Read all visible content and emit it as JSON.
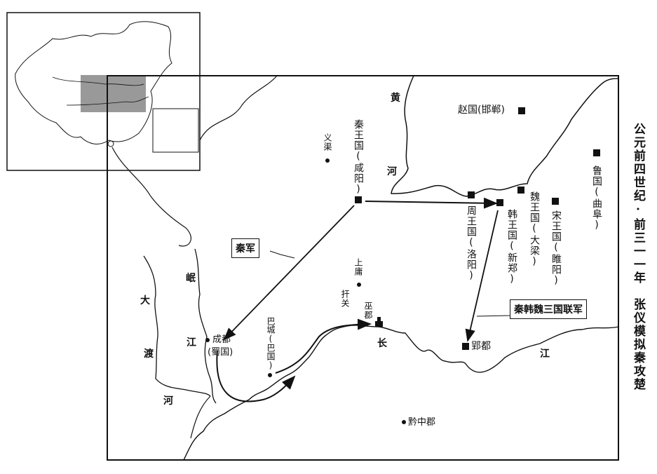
{
  "title": "公元前四世纪·前三一一年　张仪模拟秦攻楚",
  "rivers": {
    "huang_1": "黄",
    "huang_2": "河",
    "min": "岷",
    "jiang_west": "江",
    "dadu_1": "大",
    "dadu_2": "渡",
    "dadu_3": "河",
    "chang": "长",
    "jiang_east": "江"
  },
  "places": {
    "zhao": "赵国(邯郸)",
    "qin": "秦王国(咸阳)",
    "yiqu": "义渠",
    "zhou": "周王国(洛阳)",
    "han": "韩王国(新郑)",
    "wei": "魏王国(大梁)",
    "song": "宋王国(睢阳)",
    "lu": "鲁国(曲阜)",
    "chengdu_1": "成都",
    "chengdu_2": "(蜀国)",
    "bacheng": "巴城(巴国)",
    "shangyong": "上庸",
    "hanguan": "扞关",
    "wujun": "巫郡",
    "ying": "郢都",
    "qianzhong": "黔中郡"
  },
  "callouts": {
    "qin_army": "秦军",
    "allied_army": "秦韩魏三国联军"
  }
}
